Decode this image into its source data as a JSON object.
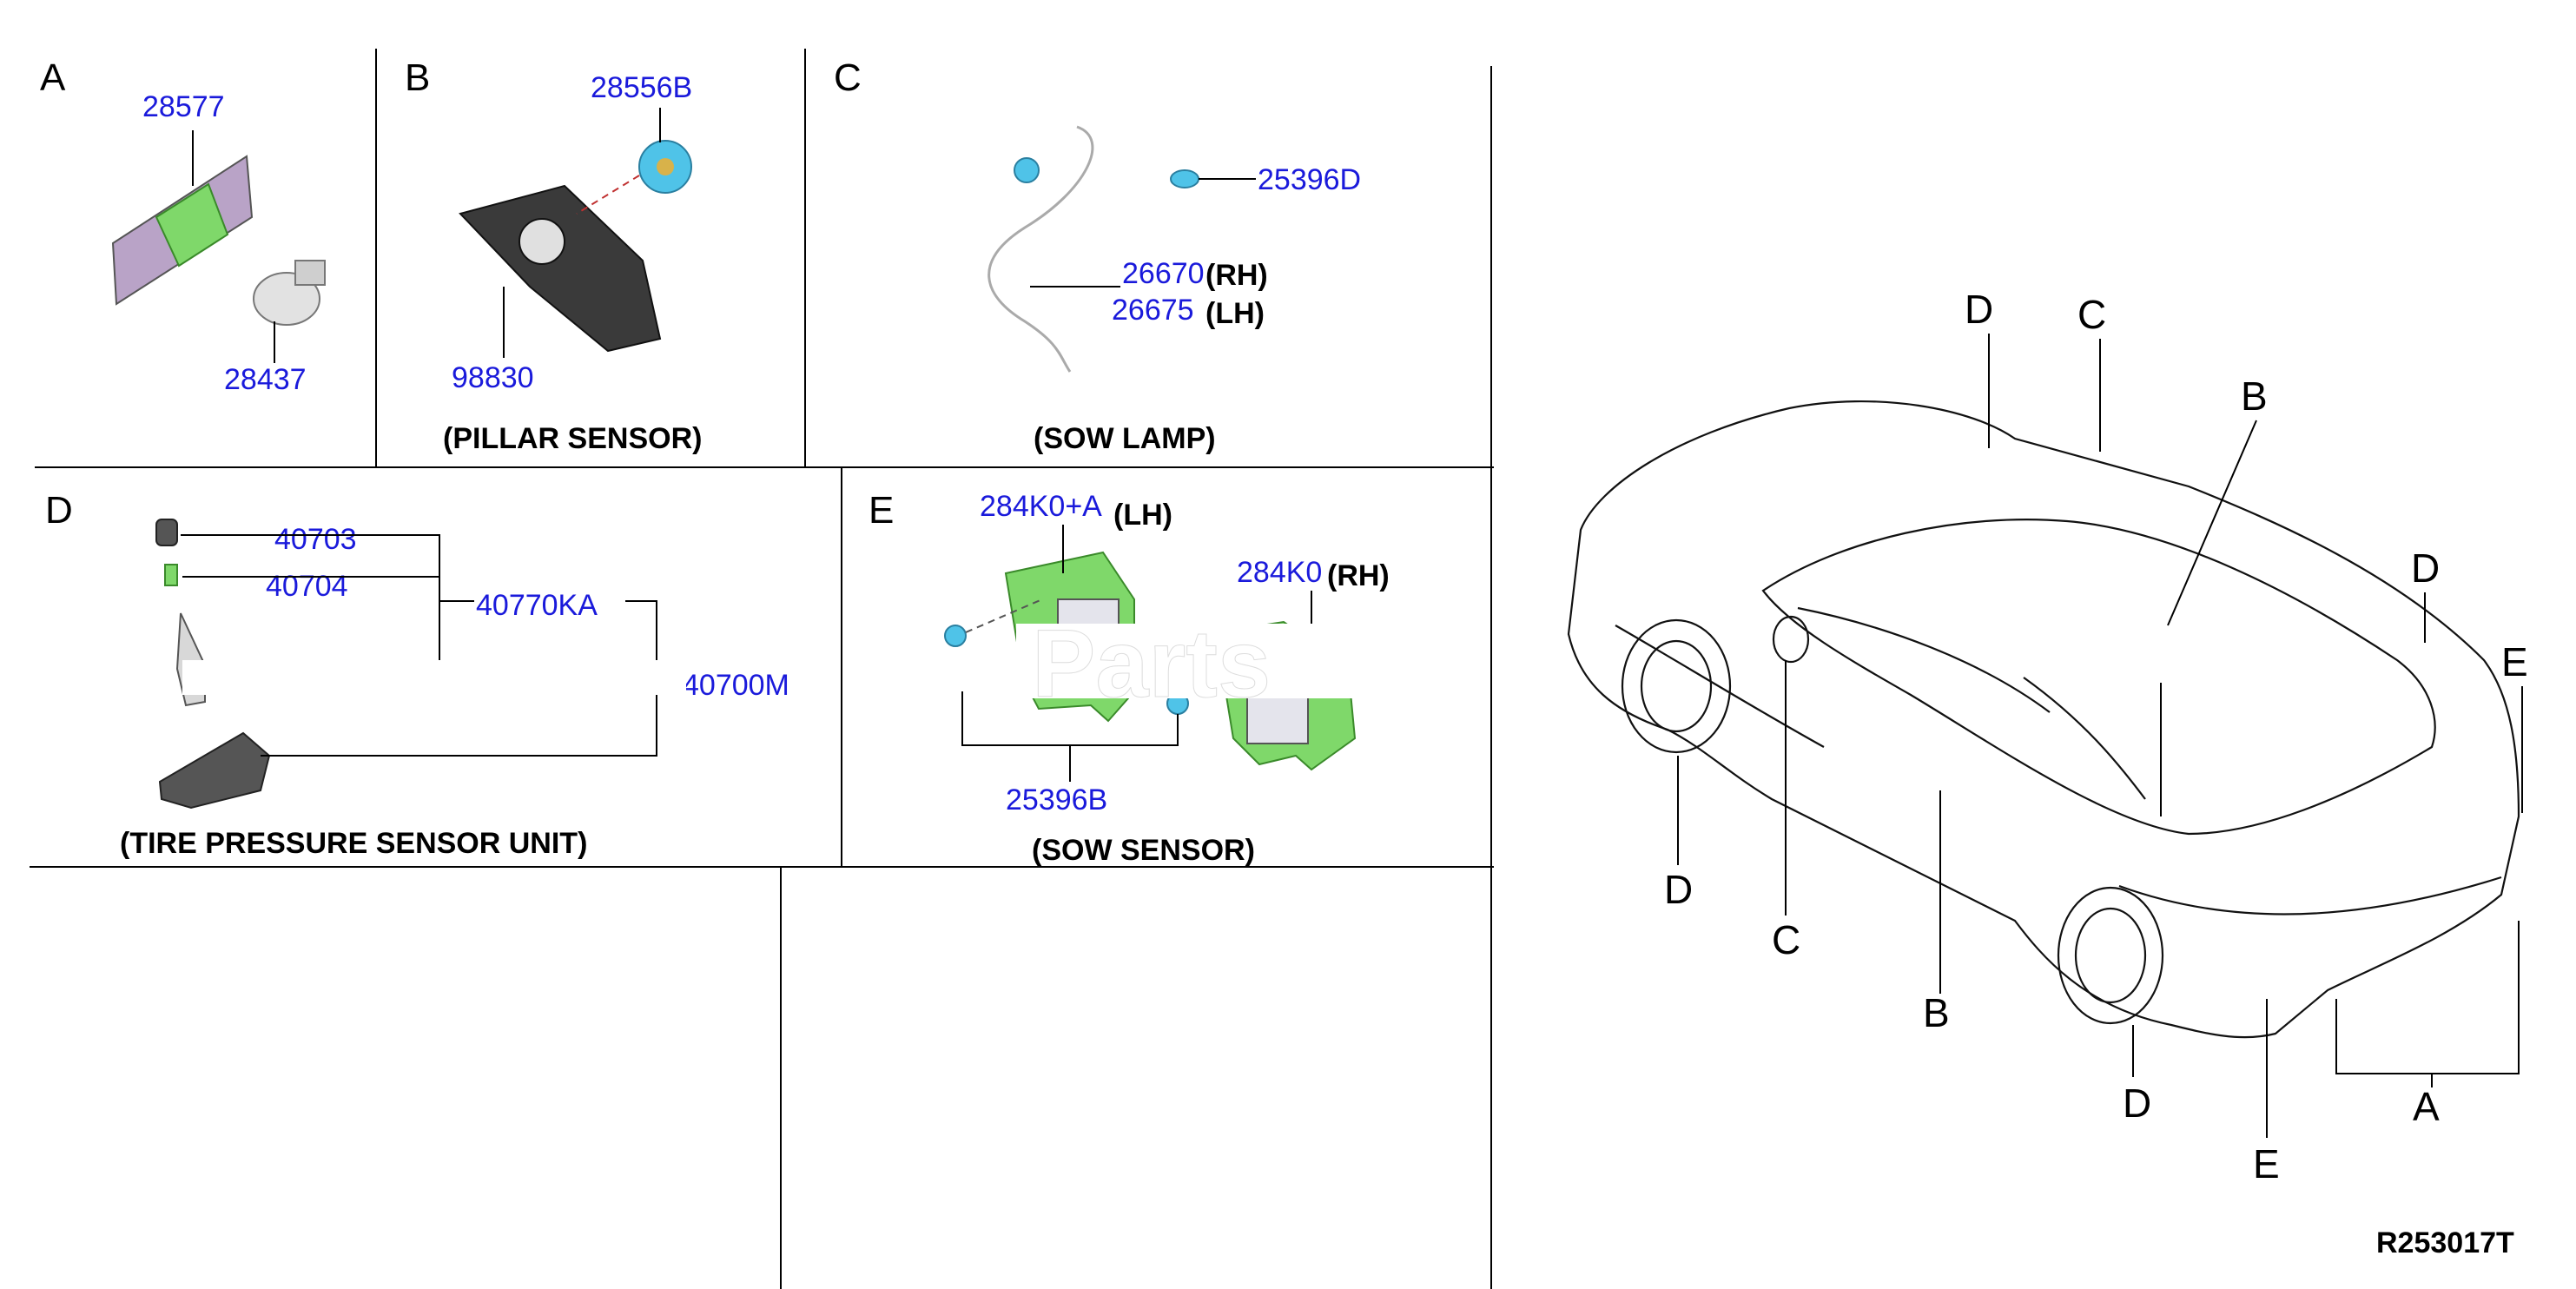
{
  "sections": {
    "a": {
      "letter": "A",
      "parts": [
        "28577",
        "28437"
      ]
    },
    "b": {
      "letter": "B",
      "parts": [
        "28556B",
        "98830"
      ],
      "caption": "(PILLAR SENSOR)"
    },
    "c": {
      "letter": "C",
      "parts": [
        "25396D",
        "26670",
        "26675"
      ],
      "sides": [
        "(RH)",
        "(LH)"
      ],
      "caption": "(SOW LAMP)"
    },
    "d": {
      "letter": "D",
      "parts": [
        "40703",
        "40704",
        "40770KA",
        "40700M"
      ],
      "caption": "(TIRE PRESSURE SENSOR UNIT)"
    },
    "e": {
      "letter": "E",
      "parts": [
        "284K0+A",
        "284K0",
        "25396B"
      ],
      "sides": [
        "(LH)",
        "(RH)"
      ],
      "caption": "(SOW SENSOR)"
    }
  },
  "car_callouts": [
    "D",
    "C",
    "B",
    "D",
    "E",
    "D",
    "C",
    "B",
    "D",
    "E",
    "A"
  ],
  "watermark": "Parts",
  "reference": "R253017T",
  "colors": {
    "part_number": "#1a1adb",
    "highlight": "#7fd86a",
    "accent_blue": "#4fc3e8"
  }
}
